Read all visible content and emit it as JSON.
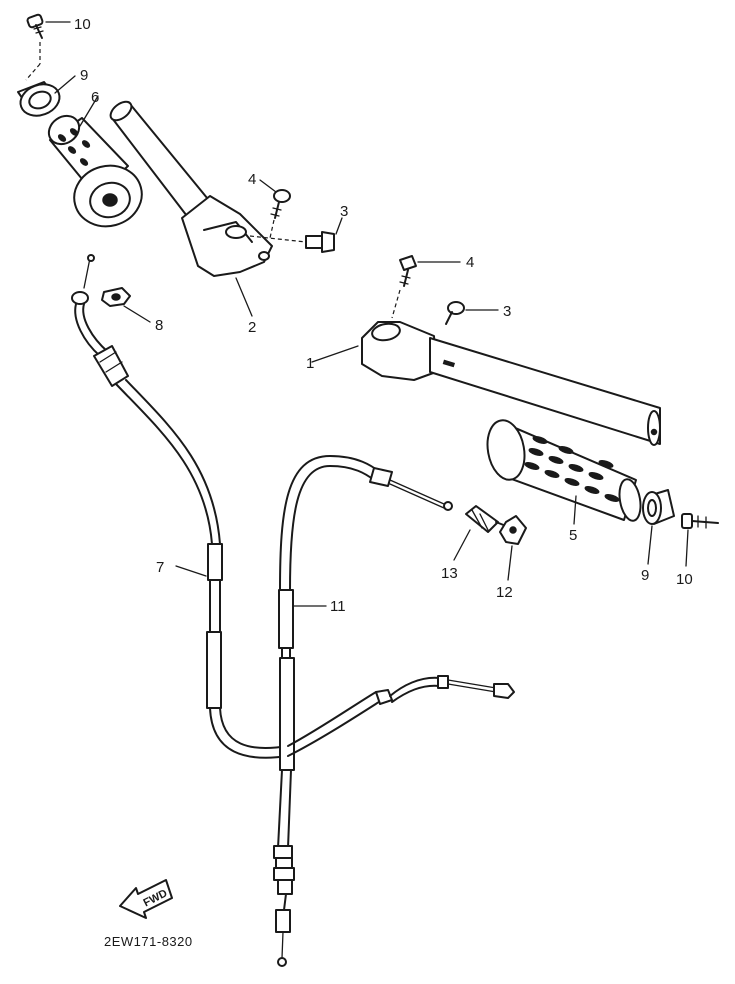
{
  "diagram_code": "2EW171-8320",
  "direction_label": "FWD",
  "callouts": [
    {
      "key": "c10a",
      "text": "10"
    },
    {
      "key": "c9a",
      "text": "9"
    },
    {
      "key": "c6",
      "text": "6"
    },
    {
      "key": "c4a",
      "text": "4"
    },
    {
      "key": "c3a",
      "text": "3"
    },
    {
      "key": "c2",
      "text": "2"
    },
    {
      "key": "c8",
      "text": "8"
    },
    {
      "key": "c4b",
      "text": "4"
    },
    {
      "key": "c3b",
      "text": "3"
    },
    {
      "key": "c1",
      "text": "1"
    },
    {
      "key": "c5",
      "text": "5"
    },
    {
      "key": "c7",
      "text": "7"
    },
    {
      "key": "c11",
      "text": "11"
    },
    {
      "key": "c13",
      "text": "13"
    },
    {
      "key": "c12",
      "text": "12"
    },
    {
      "key": "c9b",
      "text": "9"
    },
    {
      "key": "c10b",
      "text": "10"
    }
  ]
}
